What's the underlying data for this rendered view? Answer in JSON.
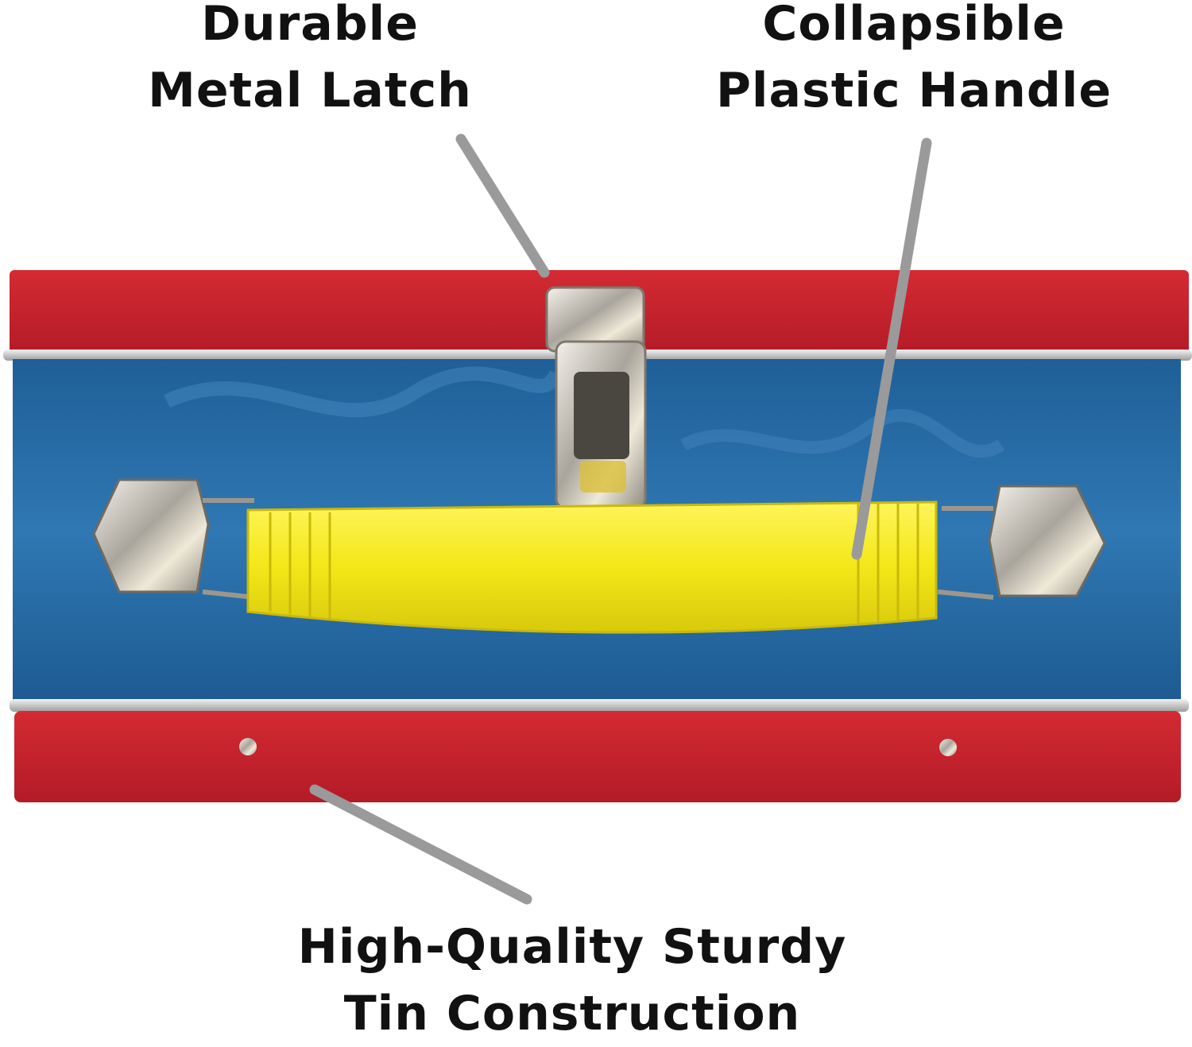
{
  "callouts": {
    "latch": {
      "line1": "Durable",
      "line2": "Metal Latch"
    },
    "handle": {
      "line1": "Collapsible",
      "line2": "Plastic Handle"
    },
    "tin": {
      "line1": "High-Quality Sturdy",
      "line2": "Tin Construction"
    }
  },
  "colors": {
    "lid_red": "#c8202c",
    "body_blue": "#2a6ea8",
    "handle_yellow": "#f2e81a",
    "metal_silver": "#d9d6cf",
    "pointer_gray": "#9a9a9a",
    "text": "#111111"
  }
}
